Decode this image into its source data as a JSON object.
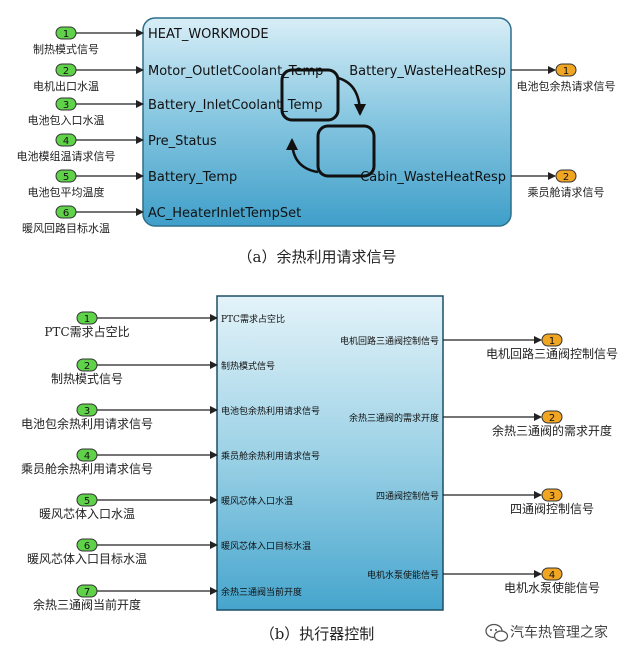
{
  "diagram_a": {
    "caption": "（a）余热利用请求信号",
    "block_inputs": [
      "HEAT_WORKMODE",
      "Motor_OutletCoolant_Temp",
      "Battery_InletCoolant_Temp",
      "Pre_Status",
      "Battery_Temp",
      "AC_HeaterInletTempSet"
    ],
    "block_outputs": [
      "Battery_WasteHeatResp",
      "Cabin_WasteHeatResp"
    ],
    "inports": [
      {
        "num": "1",
        "label": "制热模式信号"
      },
      {
        "num": "2",
        "label": "电机出口水温"
      },
      {
        "num": "3",
        "label": "电池包入口水温"
      },
      {
        "num": "4",
        "label": "电池模组温请求信号"
      },
      {
        "num": "5",
        "label": "电池包平均温度"
      },
      {
        "num": "6",
        "label": "暖风回路目标水温"
      }
    ],
    "outports": [
      {
        "num": "1",
        "label": "电池包余热请求信号"
      },
      {
        "num": "2",
        "label": "乘员舱请求信号"
      }
    ]
  },
  "diagram_b": {
    "caption": "（b）执行器控制",
    "block_inputs": [
      "PTC需求占空比",
      "制热模式信号",
      "电池包余热利用请求信号",
      "乘员舱余热利用请求信号",
      "暖风芯体入口水温",
      "暖风芯体入口目标水温",
      "余热三通阀当前开度"
    ],
    "block_outputs": [
      "电机回路三通阀控制信号",
      "余热三通阀的需求开度",
      "四通阀控制信号",
      "电机水泵使能信号"
    ],
    "inports": [
      {
        "num": "1",
        "label": "PTC需求占空比"
      },
      {
        "num": "2",
        "label": "制热模式信号"
      },
      {
        "num": "3",
        "label": "电池包余热利用请求信号"
      },
      {
        "num": "4",
        "label": "乘员舱余热利用请求信号"
      },
      {
        "num": "5",
        "label": "暖风芯体入口水温"
      },
      {
        "num": "6",
        "label": "暖风芯体入口目标水温"
      },
      {
        "num": "7",
        "label": "余热三通阀当前开度"
      }
    ],
    "outports": [
      {
        "num": "1",
        "label": "电机回路三通阀控制信号"
      },
      {
        "num": "2",
        "label": "余热三通阀的需求开度"
      },
      {
        "num": "3",
        "label": "四通阀控制信号"
      },
      {
        "num": "4",
        "label": "电机水泵使能信号"
      }
    ]
  },
  "watermark": "汽车热管理之家",
  "colors": {
    "inport_fill": "#5fd24a",
    "outport_fill": "#f0a623",
    "block_top": "#c7e7f3",
    "block_bottom": "#3a9cc7"
  }
}
